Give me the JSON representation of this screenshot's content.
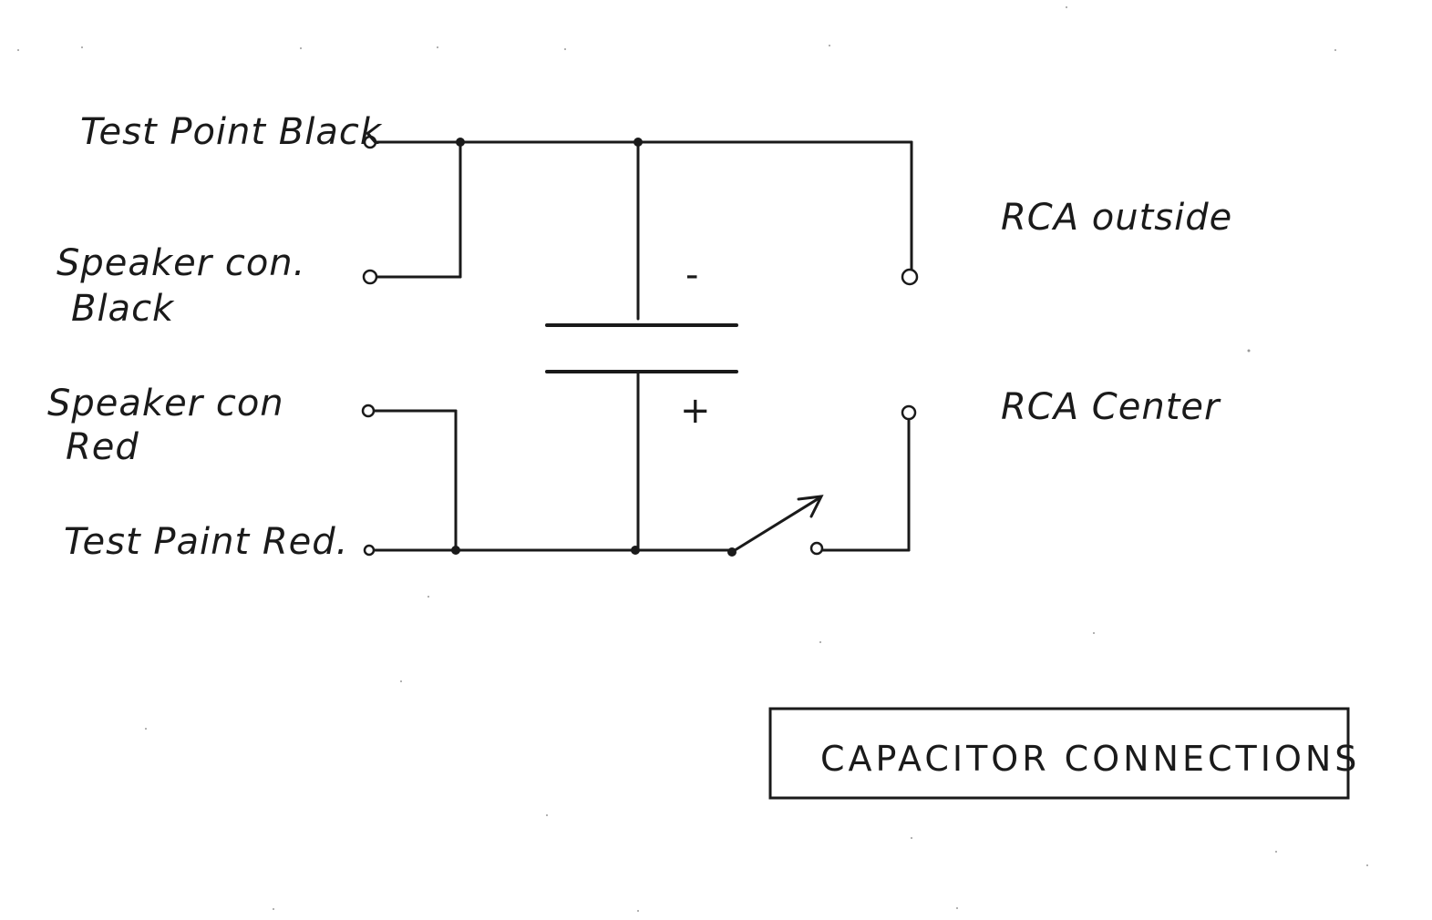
{
  "title": "CAPACITOR CONNECTIONS",
  "labels": {
    "test_point_black": "Test Point Black",
    "speaker_con_black_line1": "Speaker con.",
    "speaker_con_black_line2": "Black",
    "speaker_con_red_line1": "Speaker con",
    "speaker_con_red_line2": "Red",
    "test_point_red": "Test Paint Red.",
    "rca_outside": "RCA outside",
    "rca_center": "RCA Center"
  },
  "capacitor": {
    "negative_mark": "-",
    "positive_mark": "+"
  },
  "colors": {
    "ink": "#1a1a1a",
    "paper": "#ffffff"
  }
}
